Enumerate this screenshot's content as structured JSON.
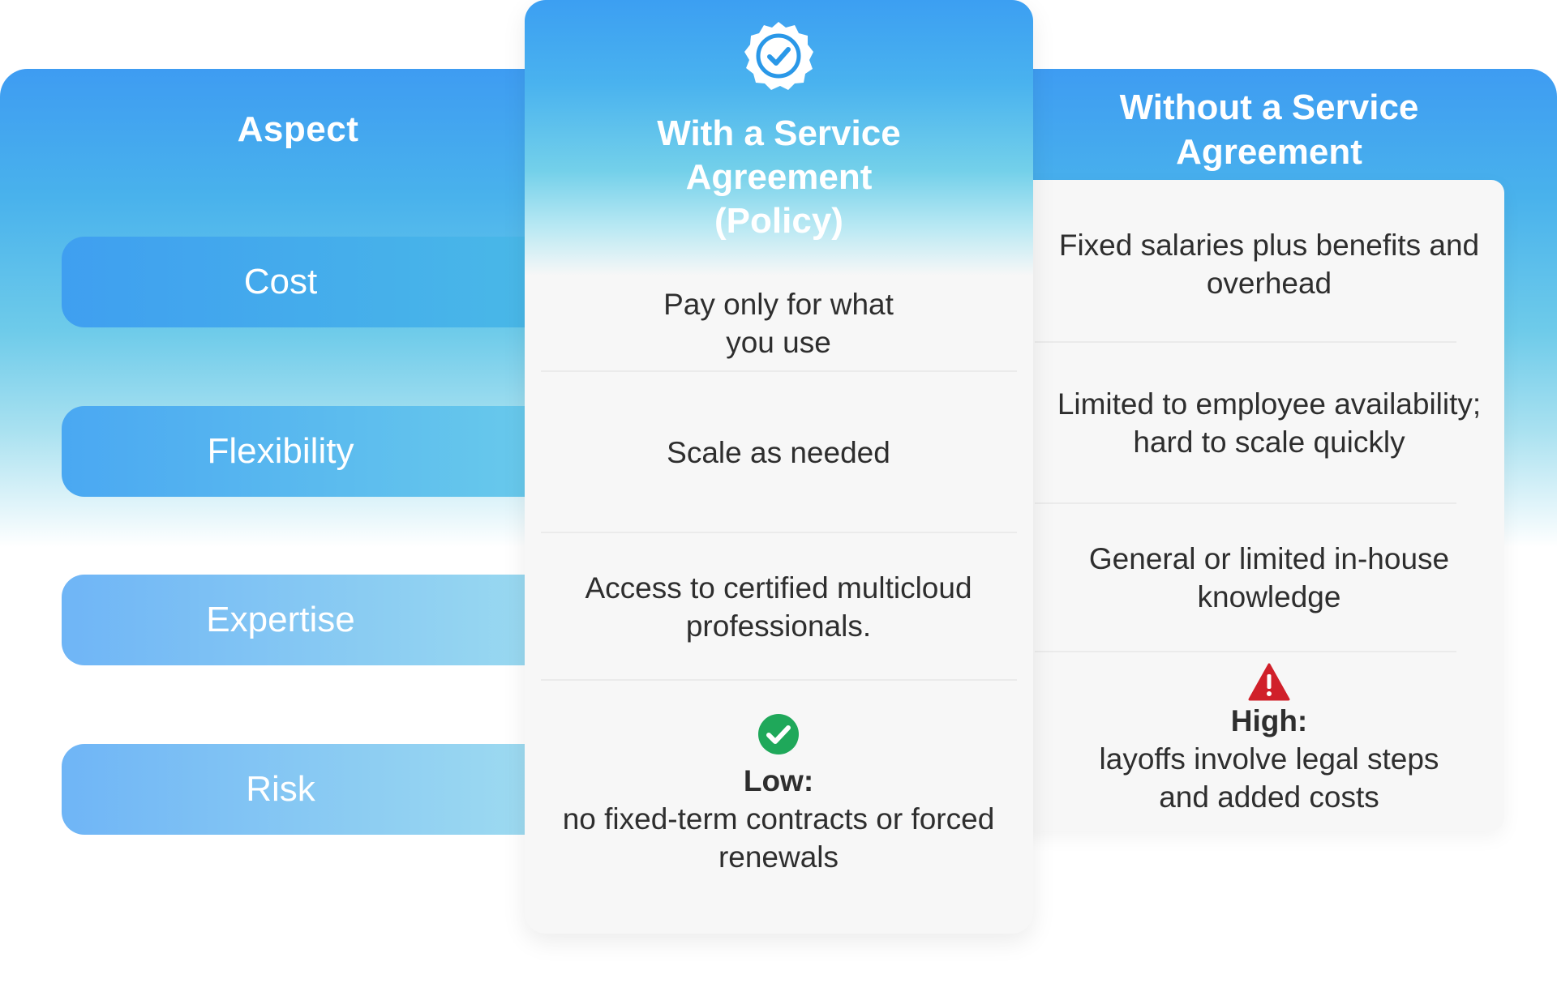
{
  "aspect": {
    "header": "Aspect",
    "rows": [
      "Cost",
      "Flexibility",
      "Expertise",
      "Risk"
    ]
  },
  "with": {
    "header_lines": [
      "With a Service",
      "Agreement",
      "(Policy)"
    ],
    "badge_icon": "verified-badge-icon",
    "cells": {
      "cost": [
        "Pay only for what",
        "you use"
      ],
      "flexibility": [
        "Scale as needed"
      ],
      "expertise": [
        "Access to certified multicloud",
        "professionals."
      ],
      "risk": {
        "icon": "green-check-icon",
        "label": "Low:",
        "text": [
          "no fixed-term contracts or forced",
          "renewals"
        ]
      }
    }
  },
  "without": {
    "header_lines": [
      "Without a Service",
      "Agreement"
    ],
    "cells": {
      "cost": [
        "Fixed salaries plus benefits and",
        "overhead"
      ],
      "flexibility": [
        "Limited to employee availability;",
        "hard to scale quickly"
      ],
      "expertise": [
        "General or limited in-house",
        "knowledge"
      ],
      "risk": {
        "icon": "warning-triangle-icon",
        "label": "High:",
        "text": [
          "layoffs involve legal steps",
          "and added costs"
        ]
      }
    }
  },
  "colors": {
    "primary_blue": "#3e9cf2",
    "light_cyan": "#6ecbea",
    "success_green": "#1fa85a",
    "danger_red": "#d0202a",
    "text_dark": "#2e2e2e"
  }
}
